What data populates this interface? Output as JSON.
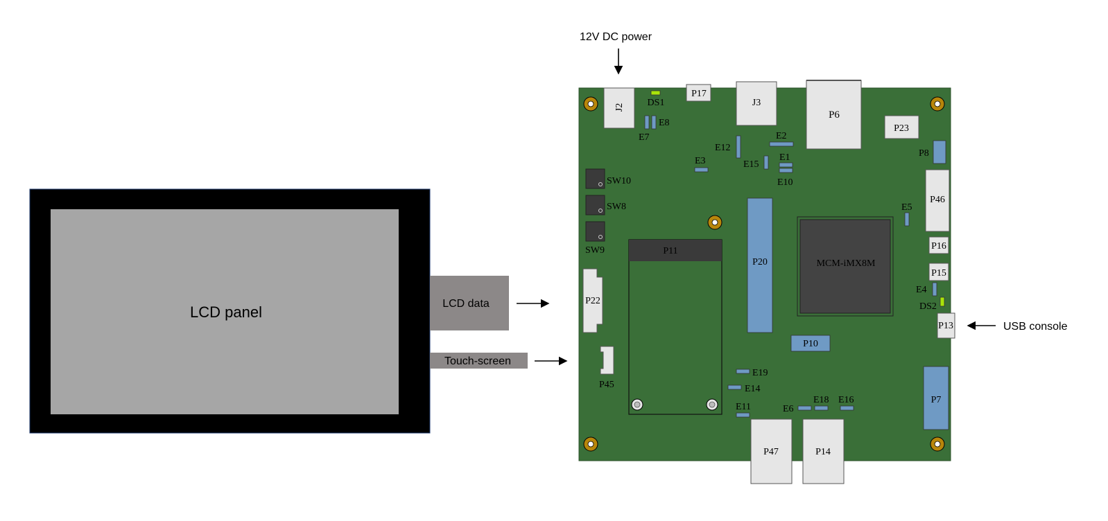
{
  "lcd": {
    "panel_label": "LCD panel",
    "data_label": "LCD data",
    "touch_label": "Touch-screen"
  },
  "annotations": {
    "power": "12V DC power",
    "usb": "USB console"
  },
  "colors": {
    "pcb": "#3a6f38",
    "connector_light": "#e6e6e6",
    "connector_blue": "#6f9ac4",
    "chip": "#434343",
    "switch": "#3a3a3a",
    "led": "#a9e40a",
    "hole_ring": "#b8860b",
    "lcd_bezel": "#000000",
    "lcd_screen": "#a6a6a6",
    "lcd_tab": "#8c8888"
  },
  "board": {
    "J2": "J2",
    "DS1": "DS1",
    "P17": "P17",
    "J3": "J3",
    "P6": "P6",
    "P23": "P23",
    "E7": "E7",
    "E8": "E8",
    "E12": "E12",
    "E2": "E2",
    "E3": "E3",
    "E15": "E15",
    "E1": "E1",
    "E10": "E10",
    "P8": "P8",
    "P46": "P46",
    "SW10": "SW10",
    "SW8": "SW8",
    "SW9": "SW9",
    "E5": "E5",
    "P11": "P11",
    "P20": "P20",
    "MCM": "MCM-iMX8M",
    "P16": "P16",
    "P15": "P15",
    "E4": "E4",
    "DS2": "DS2",
    "P13": "P13",
    "P22": "P22",
    "P10": "P10",
    "P45": "P45",
    "E19": "E19",
    "E14": "E14",
    "E11": "E11",
    "E6": "E6",
    "E18": "E18",
    "E16": "E16",
    "P7": "P7",
    "P47": "P47",
    "P14": "P14"
  }
}
